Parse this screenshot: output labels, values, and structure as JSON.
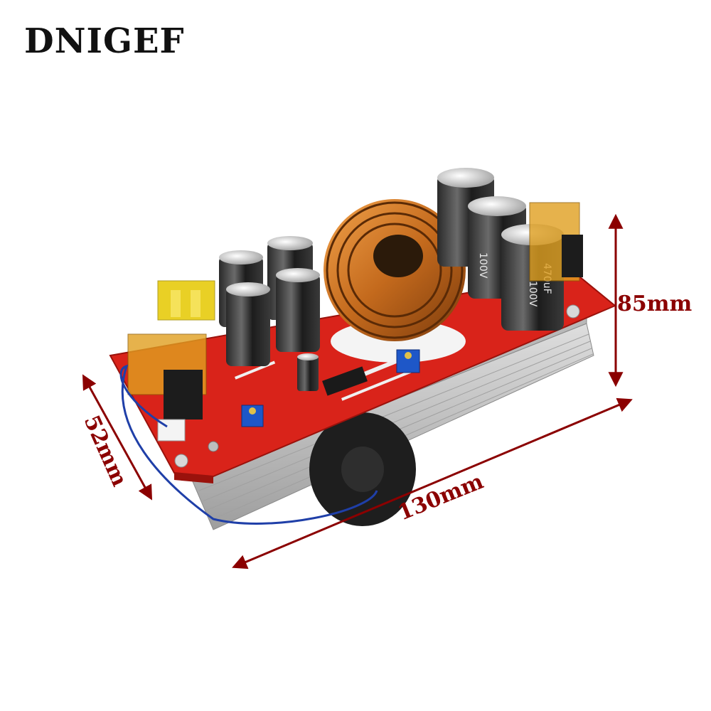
{
  "brand": {
    "name": "DNIGEF"
  },
  "dimensions": {
    "height_label": "85mm",
    "width_label": "52mm",
    "length_label": "130mm"
  },
  "product_markings": {
    "cap_capacitance": "470uF",
    "cap_voltage": "100V"
  },
  "colors": {
    "dimension_red": "#8b0000",
    "pcb_red": "#d9231a",
    "heatsink": "#c8c8c8",
    "copper": "#c46a1d",
    "fuse_yellow": "#e6c800",
    "wire_blue": "#1f3fa8"
  }
}
